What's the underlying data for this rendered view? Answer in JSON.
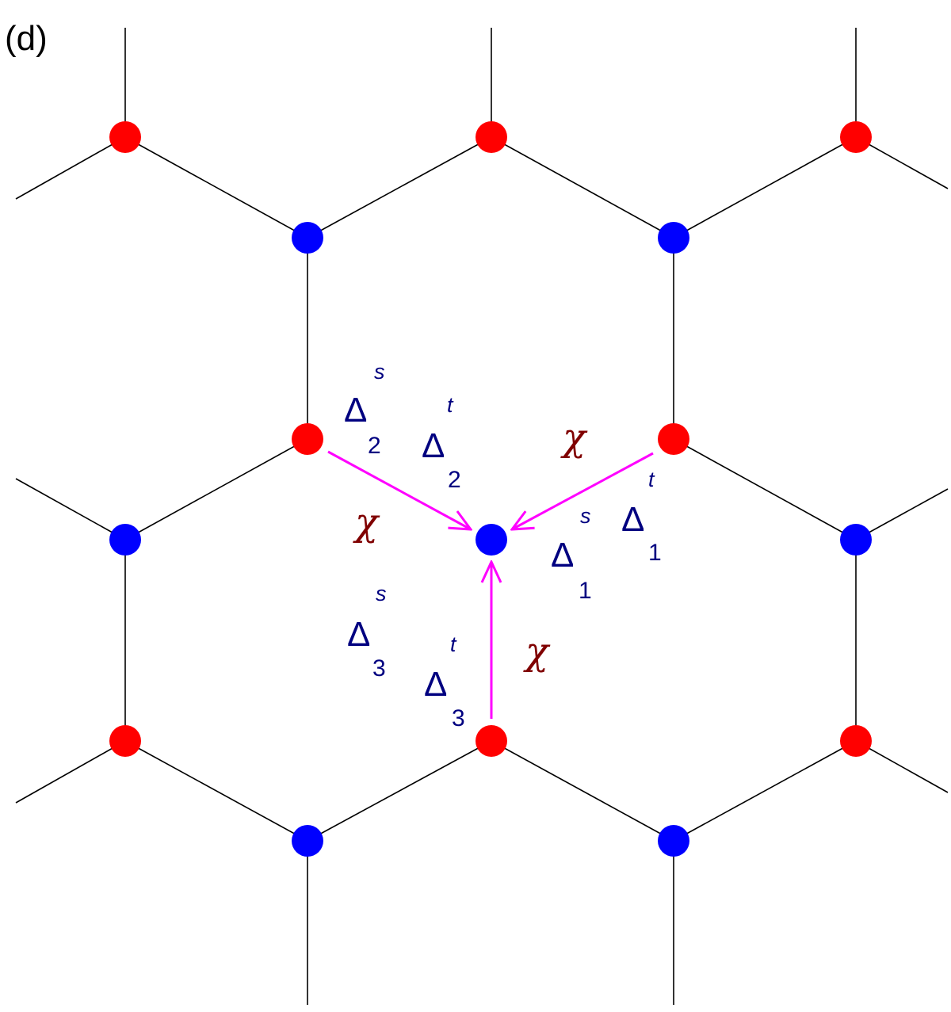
{
  "panel_label": "(d)",
  "colors": {
    "background": "#ffffff",
    "bond": "#000000",
    "site_a": "#ff0000",
    "site_b": "#0000ff",
    "arrow": "#ff00ff",
    "delta_label": "#000080",
    "chi_label": "#800000"
  },
  "labels": {
    "chi_symbol": "χ",
    "delta_symbol": "Δ",
    "singlet_superscript": "s",
    "triplet_superscript": "t",
    "index_1": "1",
    "index_2": "2",
    "index_3": "3"
  }
}
